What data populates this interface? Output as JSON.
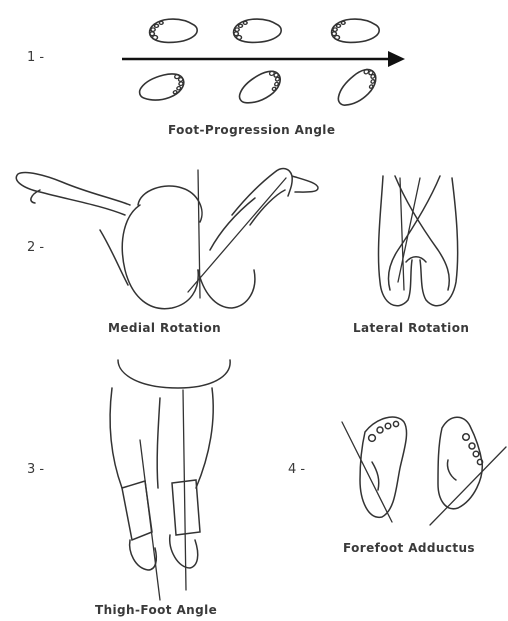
{
  "figure": {
    "panels": [
      {
        "number": "1 -",
        "caption": "Foot-Progression Angle"
      },
      {
        "number": "2 -",
        "caption": "Medial Rotation",
        "caption_b": "Lateral Rotation"
      },
      {
        "number": "3 -",
        "caption": "Thigh-Foot Angle"
      },
      {
        "number": "4 -",
        "caption": "Forefoot Adductus"
      }
    ]
  },
  "colors": {
    "ink": "#333333",
    "background": "#ffffff"
  }
}
